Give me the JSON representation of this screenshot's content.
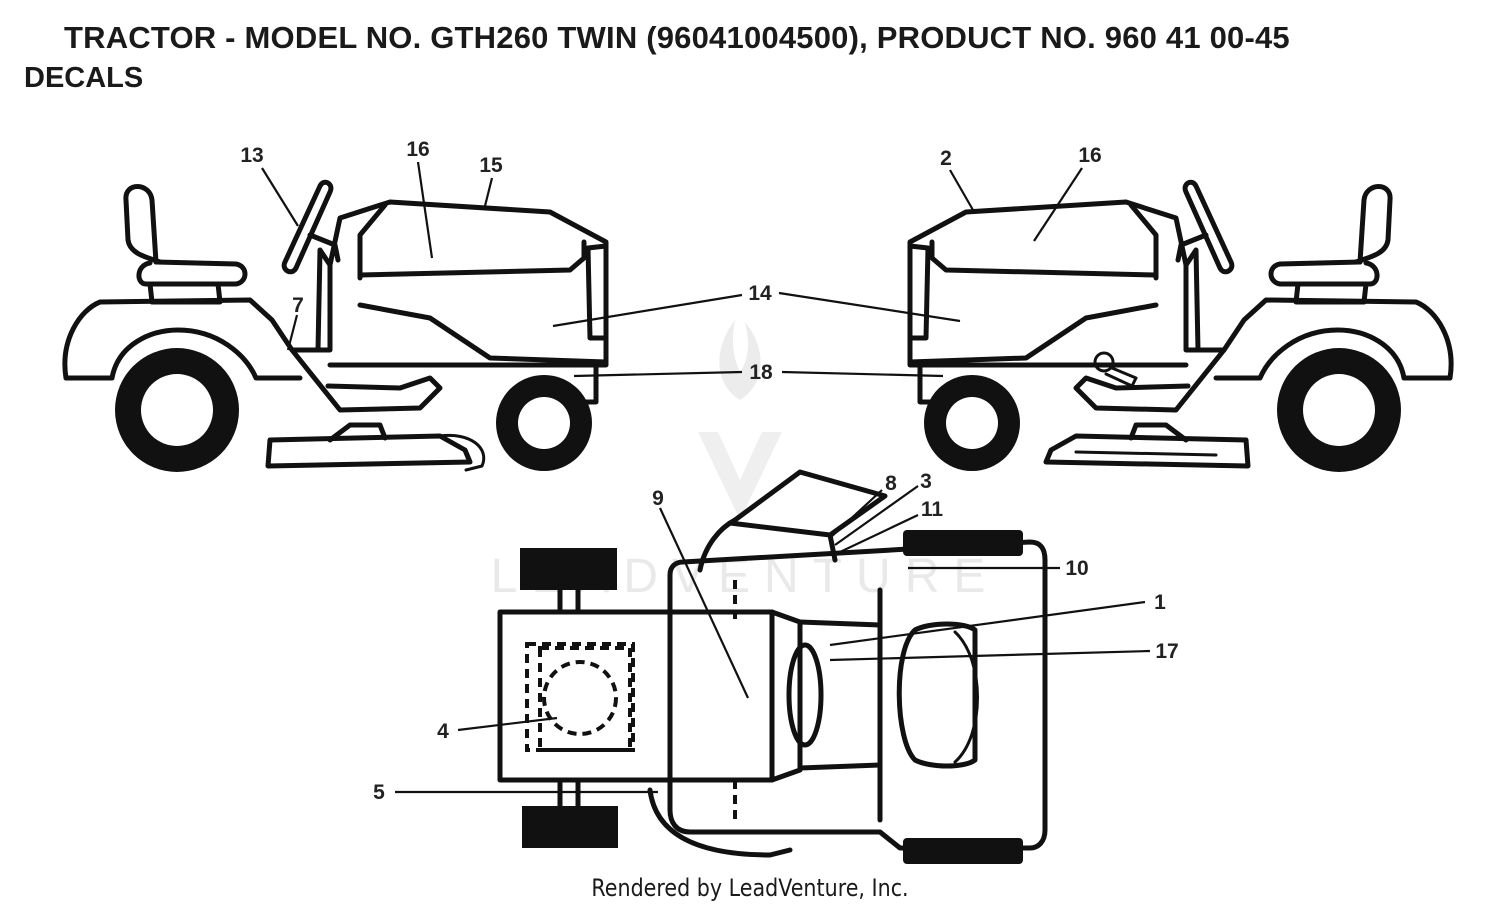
{
  "header": {
    "title": "TRACTOR - MODEL NO. GTH260 TWIN (96041004500), PRODUCT NO. 960 41 00-45",
    "subtitle": "DECALS"
  },
  "callouts": {
    "c1": "1",
    "c2": "2",
    "c3": "3",
    "c4": "4",
    "c5": "5",
    "c7": "7",
    "c8": "8",
    "c9": "9",
    "c10": "10",
    "c11": "11",
    "c13": "13",
    "c14": "14",
    "c15": "15",
    "c16a": "16",
    "c16b": "16",
    "c17": "17",
    "c18": "18"
  },
  "watermark": {
    "text": "LEADVENTURE"
  },
  "footer": {
    "text": "Rendered by LeadVenture, Inc."
  }
}
